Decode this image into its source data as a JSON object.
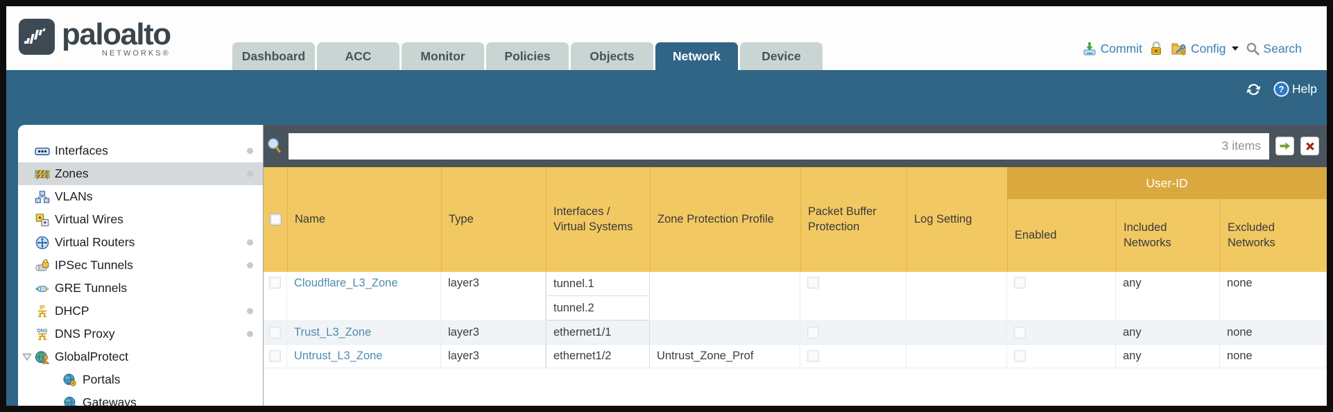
{
  "brand": {
    "name": "paloalto",
    "sub": "NETWORKS®"
  },
  "tabs": [
    {
      "label": "Dashboard",
      "active": false
    },
    {
      "label": "ACC",
      "active": false
    },
    {
      "label": "Monitor",
      "active": false
    },
    {
      "label": "Policies",
      "active": false
    },
    {
      "label": "Objects",
      "active": false
    },
    {
      "label": "Network",
      "active": true
    },
    {
      "label": "Device",
      "active": false
    }
  ],
  "header_actions": {
    "commit": "Commit",
    "config": "Config",
    "search": "Search"
  },
  "band": {
    "help": "Help"
  },
  "sidebar": {
    "items": [
      {
        "label": "Interfaces",
        "icon": "interfaces",
        "dot": true,
        "selected": false,
        "indent": false,
        "expander": false
      },
      {
        "label": "Zones",
        "icon": "zones",
        "dot": true,
        "selected": true,
        "indent": false,
        "expander": false
      },
      {
        "label": "VLANs",
        "icon": "vlans",
        "dot": false,
        "selected": false,
        "indent": false,
        "expander": false
      },
      {
        "label": "Virtual Wires",
        "icon": "virtual-wires",
        "dot": false,
        "selected": false,
        "indent": false,
        "expander": false
      },
      {
        "label": "Virtual Routers",
        "icon": "virtual-routers",
        "dot": true,
        "selected": false,
        "indent": false,
        "expander": false
      },
      {
        "label": "IPSec Tunnels",
        "icon": "ipsec-tunnels",
        "dot": true,
        "selected": false,
        "indent": false,
        "expander": false
      },
      {
        "label": "GRE Tunnels",
        "icon": "gre-tunnels",
        "dot": false,
        "selected": false,
        "indent": false,
        "expander": false
      },
      {
        "label": "DHCP",
        "icon": "dhcp",
        "dot": true,
        "selected": false,
        "indent": false,
        "expander": false
      },
      {
        "label": "DNS Proxy",
        "icon": "dns-proxy",
        "dot": true,
        "selected": false,
        "indent": false,
        "expander": false
      },
      {
        "label": "GlobalProtect",
        "icon": "globalprotect",
        "dot": false,
        "selected": false,
        "indent": false,
        "expander": true
      },
      {
        "label": "Portals",
        "icon": "portals",
        "dot": false,
        "selected": false,
        "indent": true,
        "expander": false
      },
      {
        "label": "Gateways",
        "icon": "gateways",
        "dot": false,
        "selected": false,
        "indent": true,
        "expander": false
      }
    ]
  },
  "toolbar": {
    "items_count": "3 items",
    "filter_value": ""
  },
  "table": {
    "group_header": "User-ID",
    "columns": [
      "Name",
      "Type",
      "Interfaces / Virtual Systems",
      "Zone Protection Profile",
      "Packet Buffer Protection",
      "Log Setting",
      "Enabled",
      "Included Networks",
      "Excluded Networks"
    ],
    "rows": [
      {
        "name": "Cloudflare_L3_Zone",
        "type": "layer3",
        "interfaces": [
          "tunnel.1",
          "tunnel.2"
        ],
        "zone_protection_profile": "",
        "packet_buffer_protection": false,
        "log_setting": "",
        "enabled": false,
        "included_networks": "any",
        "excluded_networks": "none"
      },
      {
        "name": "Trust_L3_Zone",
        "type": "layer3",
        "interfaces": [
          "ethernet1/1"
        ],
        "zone_protection_profile": "",
        "packet_buffer_protection": false,
        "log_setting": "",
        "enabled": false,
        "included_networks": "any",
        "excluded_networks": "none"
      },
      {
        "name": "Untrust_L3_Zone",
        "type": "layer3",
        "interfaces": [
          "ethernet1/2"
        ],
        "zone_protection_profile": "Untrust_Zone_Prof",
        "packet_buffer_protection": false,
        "log_setting": "",
        "enabled": false,
        "included_networks": "any",
        "excluded_networks": "none"
      }
    ]
  },
  "colors": {
    "teal": "#306586",
    "strip_gray": "#4a545c",
    "header_gold": "#f2c863",
    "userid_band_gold": "#d9a93f",
    "link_blue": "#4b8daf",
    "inactive_tab": "#c9d5d3"
  }
}
